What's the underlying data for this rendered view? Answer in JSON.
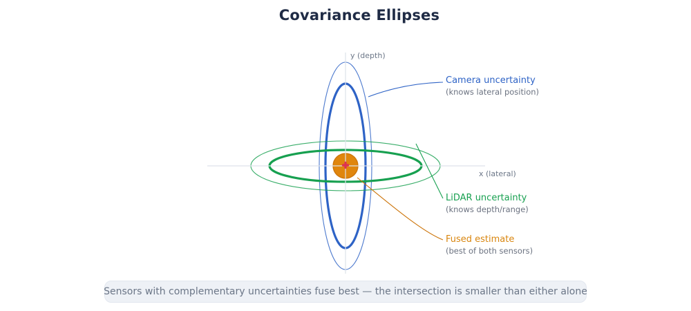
{
  "title": "Covariance Ellipses",
  "figure": {
    "y_axis_label": "y (depth)",
    "x_axis_label": "x (lateral)",
    "annotations": {
      "camera": {
        "label": "Camera uncertainty",
        "sublabel": "(knows lateral position)"
      },
      "lidar": {
        "label": "LiDAR uncertainty",
        "sublabel": "(knows depth/range)"
      },
      "fused": {
        "label": "Fused estimate",
        "sublabel": "(best of both sensors)"
      }
    },
    "ellipses": [
      {
        "name": "camera-uncertainty",
        "shape": "tall narrow vertical ellipse (inner thick + outer thin contour)"
      },
      {
        "name": "lidar-uncertainty",
        "shape": "wide flat horizontal ellipse (inner thick + outer thin contour)"
      },
      {
        "name": "fused-estimate",
        "shape": "small filled circle at origin with red center mark"
      }
    ]
  },
  "caption": "Sensors with complementary uncertainties fuse best — the intersection is smaller than either alone",
  "colors": {
    "title_text": "#1f2b45",
    "camera": "#2e63c6",
    "lidar": "#17a050",
    "fused_fill": "#e0860d",
    "fused_stroke": "#cc7409",
    "fused_text": "#d9860f",
    "marker": "#dc3352",
    "axis_line": "#dde2e9",
    "muted_text": "#6b7280",
    "axis_text": "#6b7687",
    "caption_bg": "#eef1f6",
    "caption_border": "#e2e7ef",
    "caption_text": "#6b7687"
  }
}
